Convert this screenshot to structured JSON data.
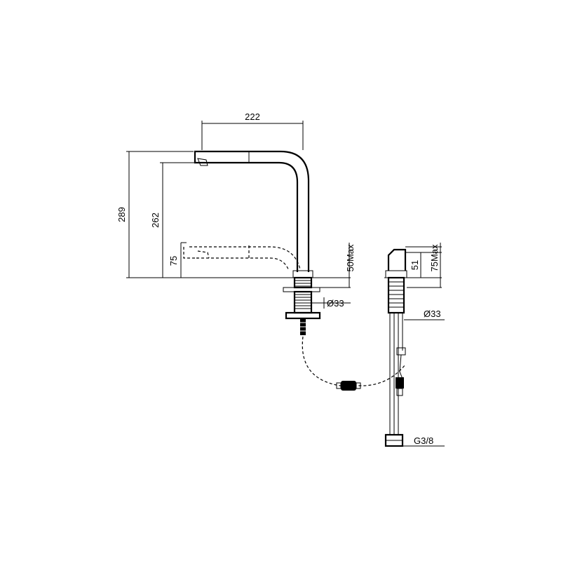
{
  "dimensions": {
    "width_222": "222",
    "height_289": "289",
    "height_262": "262",
    "height_75": "75",
    "deck_50max": "50Max",
    "dia_33_left": "Ø33",
    "deck_75max": "75Max",
    "height_51": "51",
    "dia_33_right": "Ø33",
    "thread_g38": "G3/8"
  }
}
